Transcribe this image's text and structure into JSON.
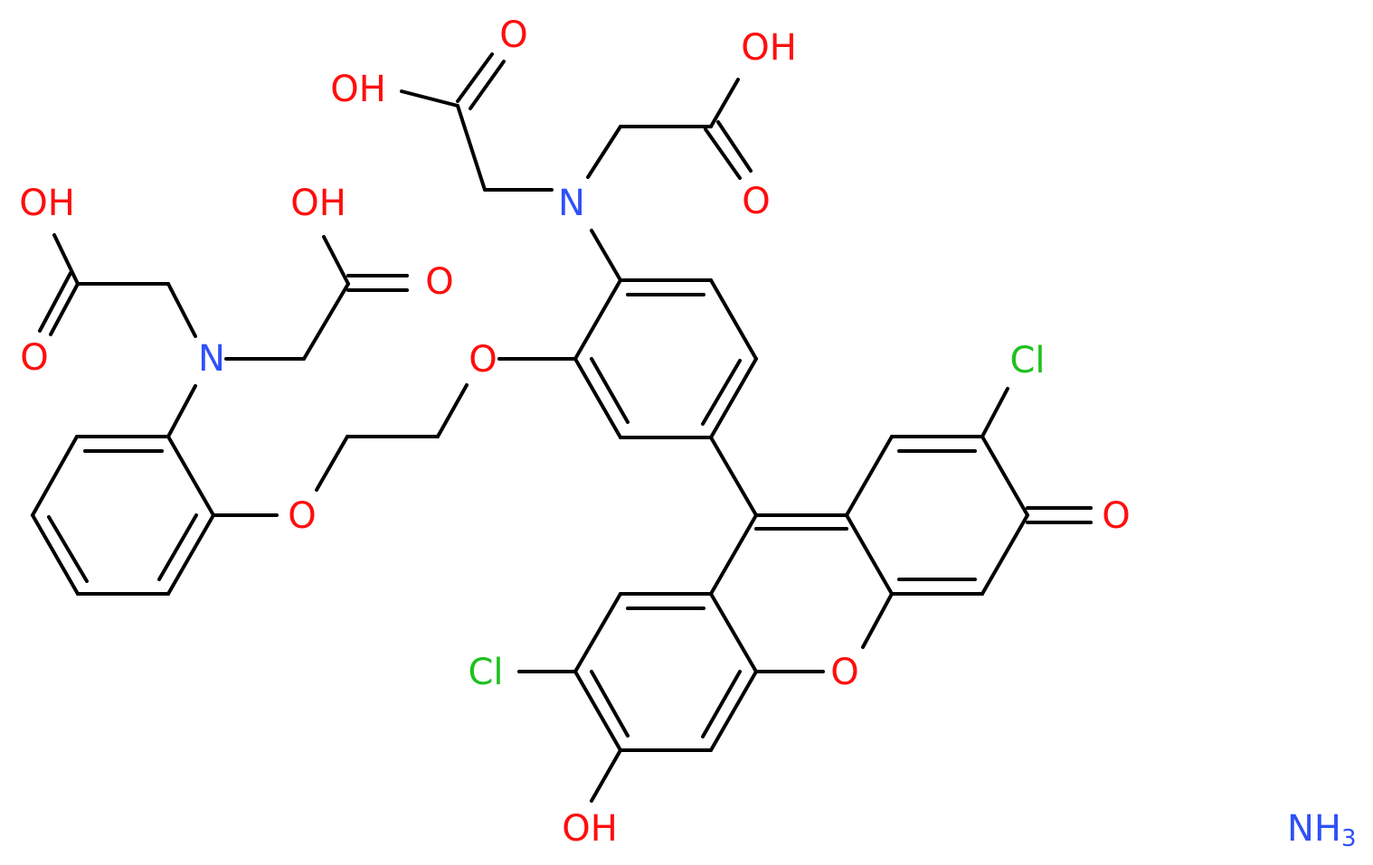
{
  "structure": {
    "atom_labels": {
      "hydroxyl": "OH",
      "oxygen": "O",
      "nitrogen": "N",
      "chlorine": "Cl",
      "ammonia_main": "NH",
      "ammonia_subscript": "3"
    },
    "colors": {
      "bond": "#000000",
      "oxygen": "#ff0d0d",
      "nitrogen": "#3050f8",
      "chlorine": "#1fc01f",
      "background": "#ffffff"
    }
  }
}
